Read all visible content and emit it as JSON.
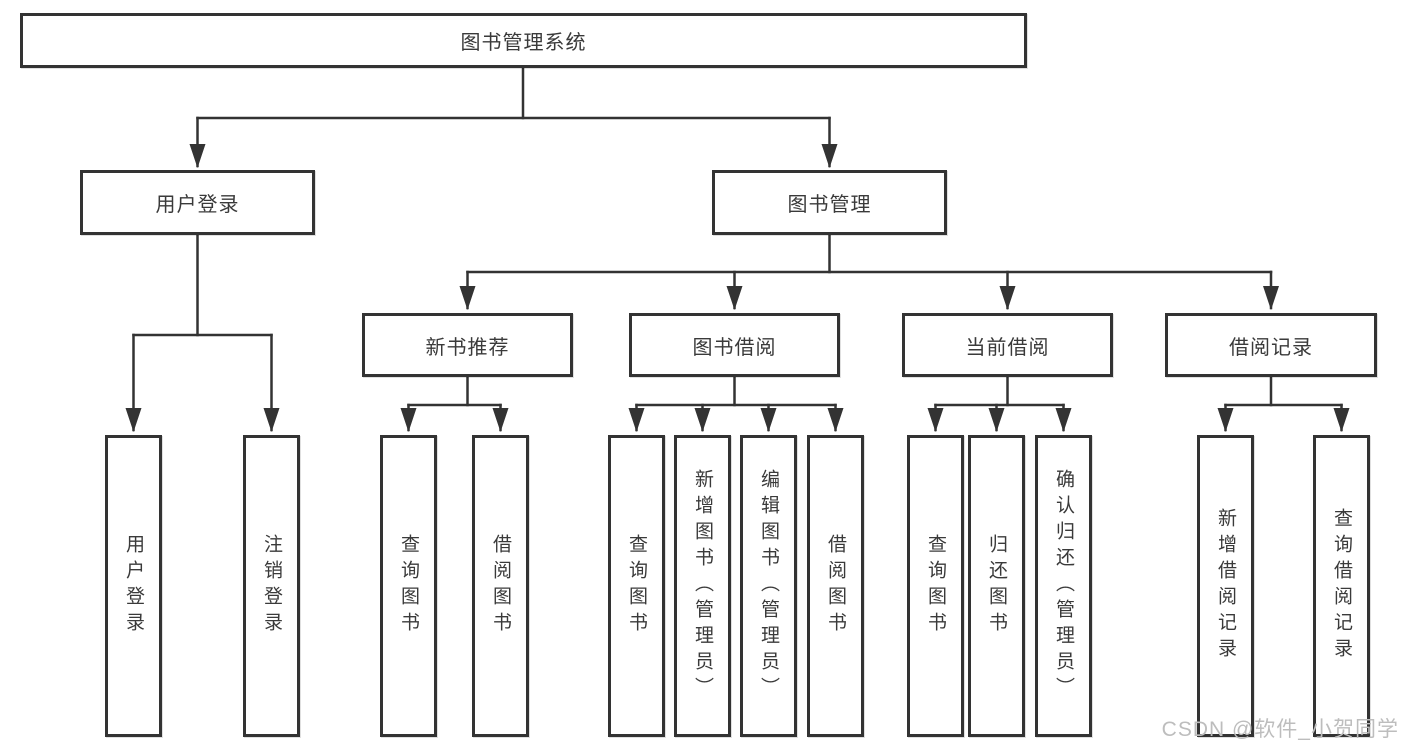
{
  "tree": {
    "root": "图书管理系统",
    "branches": [
      {
        "label": "用户登录",
        "children": [
          "用户登录",
          "注销登录"
        ]
      },
      {
        "label": "图书管理",
        "children": [
          {
            "label": "新书推荐",
            "children": [
              "查询图书",
              "借阅图书"
            ]
          },
          {
            "label": "图书借阅",
            "children": [
              "查询图书",
              "新增图书（管理员）",
              "编辑图书（管理员）",
              "借阅图书"
            ]
          },
          {
            "label": "当前借阅",
            "children": [
              "查询图书",
              "归还图书",
              "确认归还（管理员）"
            ]
          },
          {
            "label": "借阅记录",
            "children": [
              "新增借阅记录",
              "查询借阅记录"
            ]
          }
        ]
      }
    ]
  },
  "watermark": {
    "text": "CSDN @软件_小贺同学"
  },
  "colors": {
    "line": "#333333",
    "text": "#3a3a3a",
    "box_background": "#ffffff",
    "watermark": "#bdbdbd"
  }
}
